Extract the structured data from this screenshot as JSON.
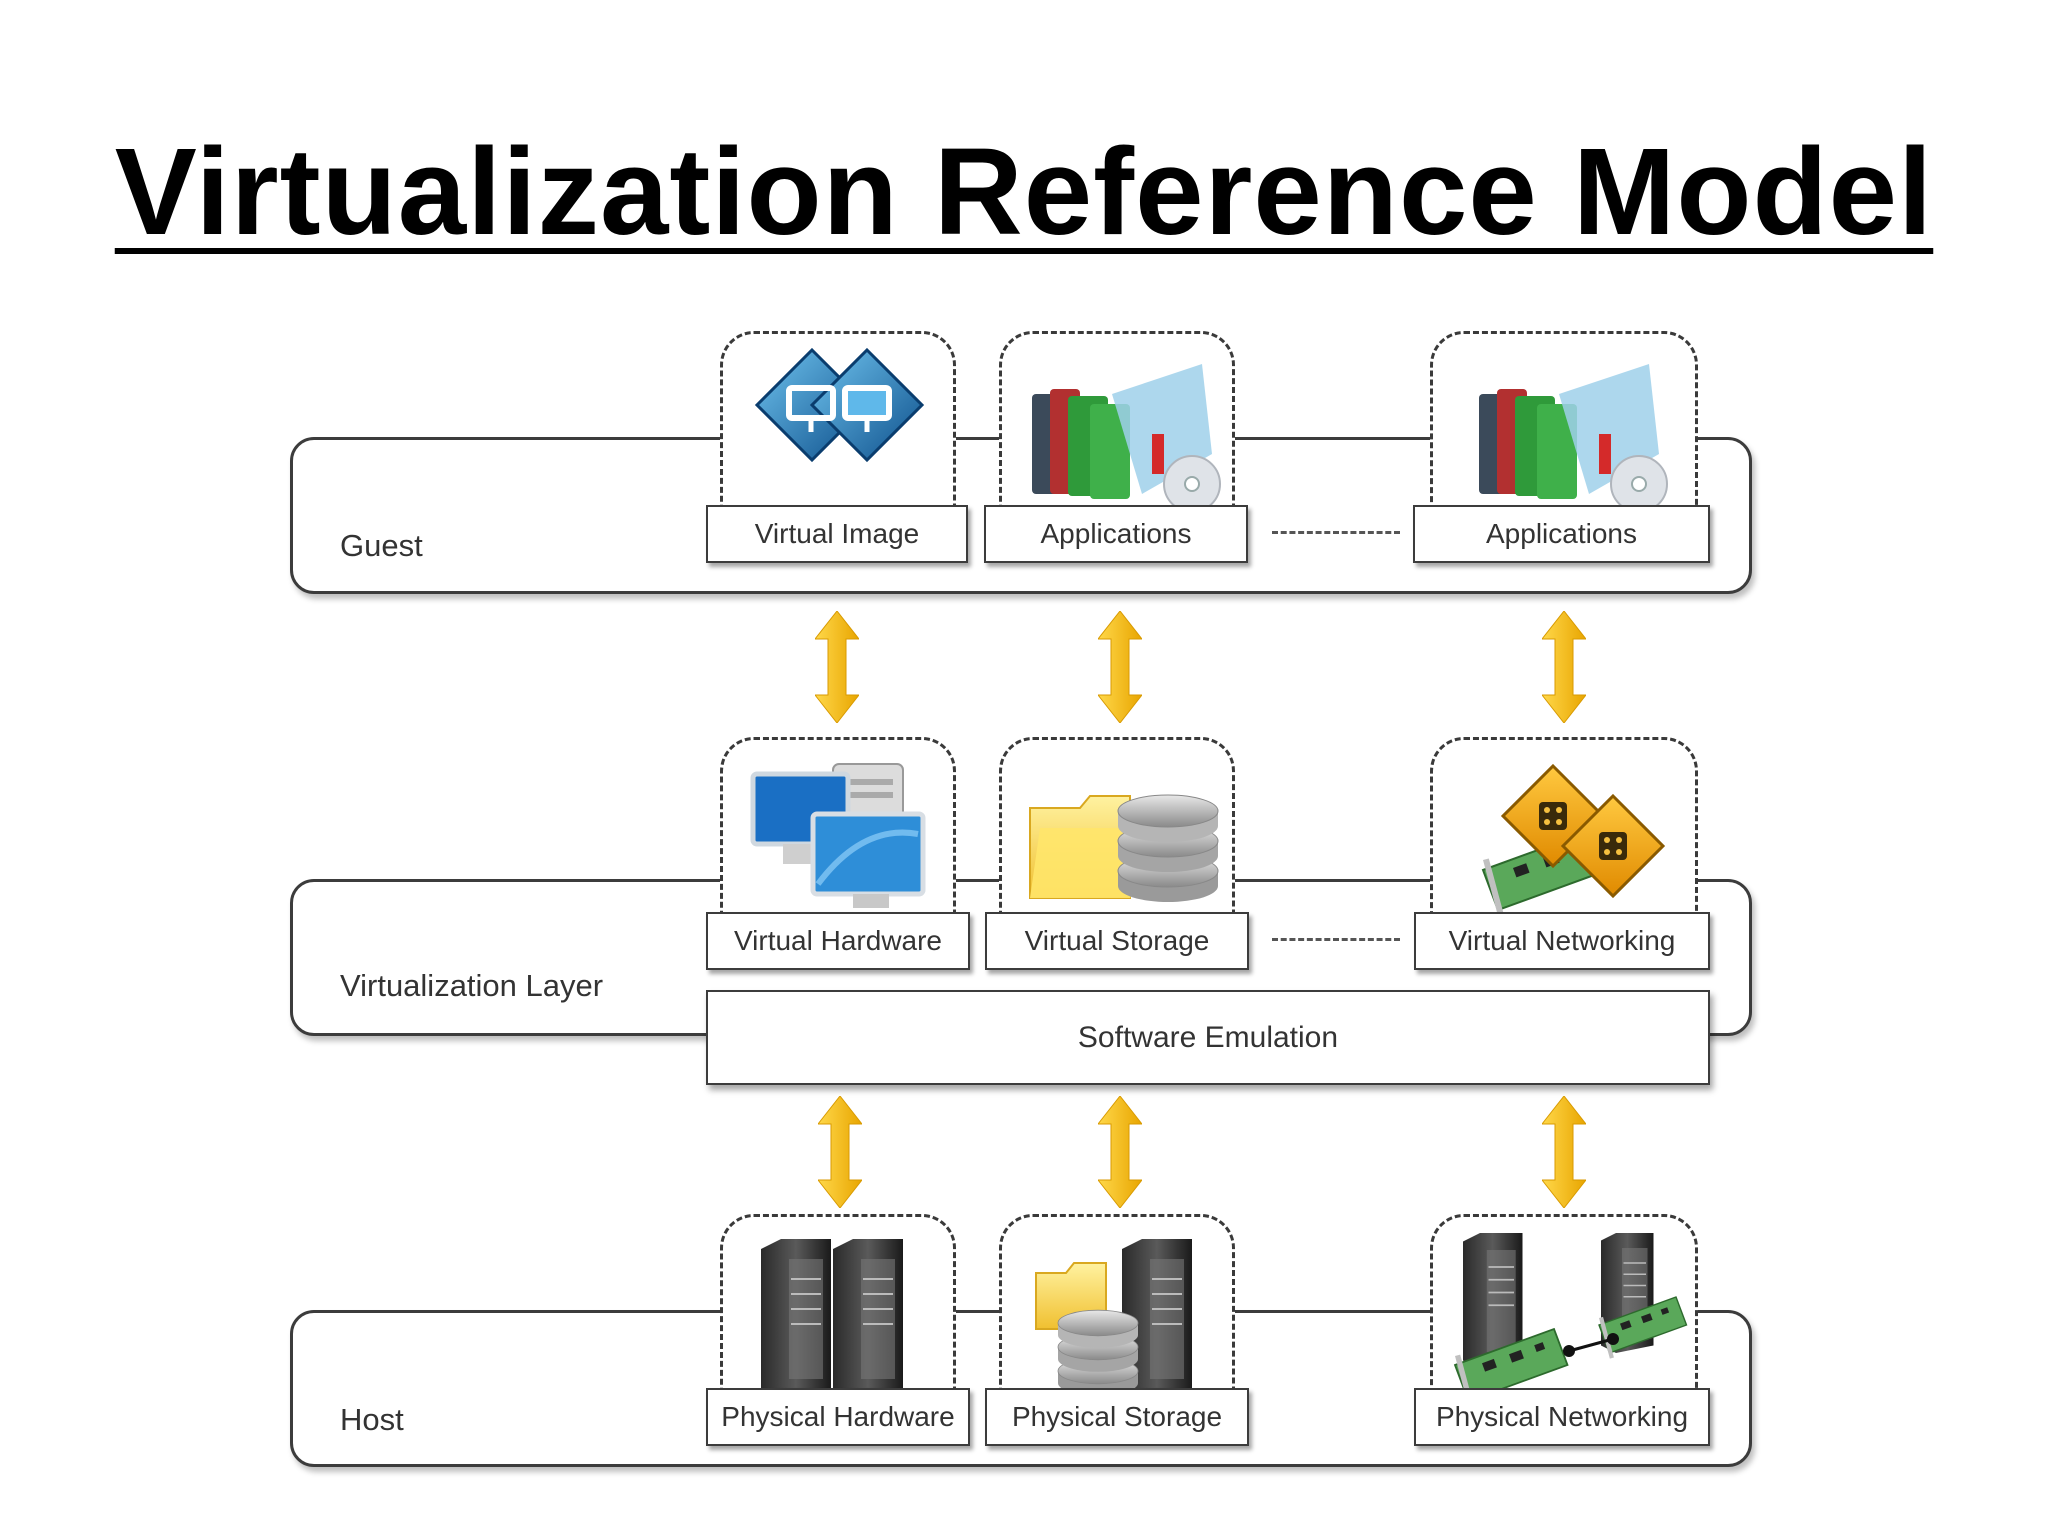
{
  "title": "Virtualization Reference Model",
  "colors": {
    "arrow": "#f5b800",
    "border": "#3c3c3c",
    "text": "#333333"
  },
  "layers": {
    "guest": {
      "label": "Guest",
      "items": [
        "Virtual Image",
        "Applications",
        "Applications"
      ],
      "icons": [
        "virtual-image-icon",
        "applications-icon",
        "applications-icon"
      ]
    },
    "virtualization": {
      "label": "Virtualization Layer",
      "items": [
        "Virtual Hardware",
        "Virtual Storage",
        "Virtual Networking"
      ],
      "icons": [
        "virtual-hardware-icon",
        "virtual-storage-icon",
        "virtual-networking-icon"
      ],
      "emulation": "Software Emulation"
    },
    "host": {
      "label": "Host",
      "items": [
        "Physical Hardware",
        "Physical Storage",
        "Physical Networking"
      ],
      "icons": [
        "physical-hardware-icon",
        "physical-storage-icon",
        "physical-networking-icon"
      ]
    }
  },
  "separator": "---------------"
}
